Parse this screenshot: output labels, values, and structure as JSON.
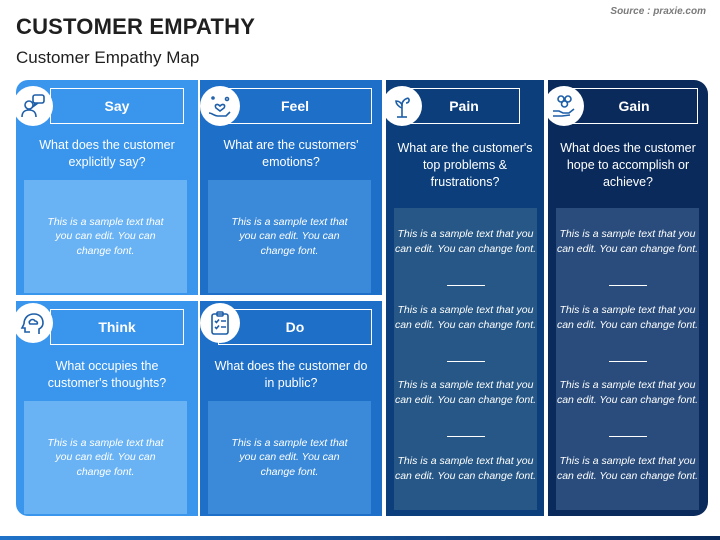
{
  "header": {
    "title": "CUSTOMER EMPATHY",
    "subtitle": "Customer Empathy Map",
    "source": "Source : praxie.com"
  },
  "cards": {
    "say": {
      "label": "Say",
      "icon": "speech-person-icon",
      "question": "What does the customer explicitly say?",
      "sample": "This is a sample text that you can edit. You can change font."
    },
    "feel": {
      "label": "Feel",
      "icon": "heart-hand-icon",
      "question": "What are the customers' emotions?",
      "sample": "This is a sample text that you can edit. You can change font."
    },
    "think": {
      "label": "Think",
      "icon": "thought-head-icon",
      "question": "What occupies the customer's thoughts?",
      "sample": "This is a sample text that you can edit. You can change font."
    },
    "do": {
      "label": "Do",
      "icon": "checklist-icon",
      "question": "What does the customer do in public?",
      "sample": "This is a sample text that you can edit. You can change font."
    },
    "pain": {
      "label": "Pain",
      "icon": "wilting-plant-icon",
      "question": "What are the customer's top problems & frustrations?",
      "entries": [
        "This is a sample text that you can edit. You can change font.",
        "This is a sample text that you can edit. You can change font.",
        "This is a sample text that you can edit. You can change font.",
        "This is a sample text that you can edit. You can change font."
      ]
    },
    "gain": {
      "label": "Gain",
      "icon": "coins-hand-icon",
      "question": "What does the customer hope to accomplish or achieve?",
      "entries": [
        "This is a sample text that you can edit. You can change font.",
        "This is a sample text that you can edit. You can change font.",
        "This is a sample text that you can edit. You can change font.",
        "This is a sample text that you can edit. You can change font."
      ]
    }
  },
  "colors": {
    "light_blue": "#3a95ed",
    "mid_blue": "#1e6fc7",
    "dark_blue": "#0b3e7a",
    "navy": "#0a2a5b"
  }
}
